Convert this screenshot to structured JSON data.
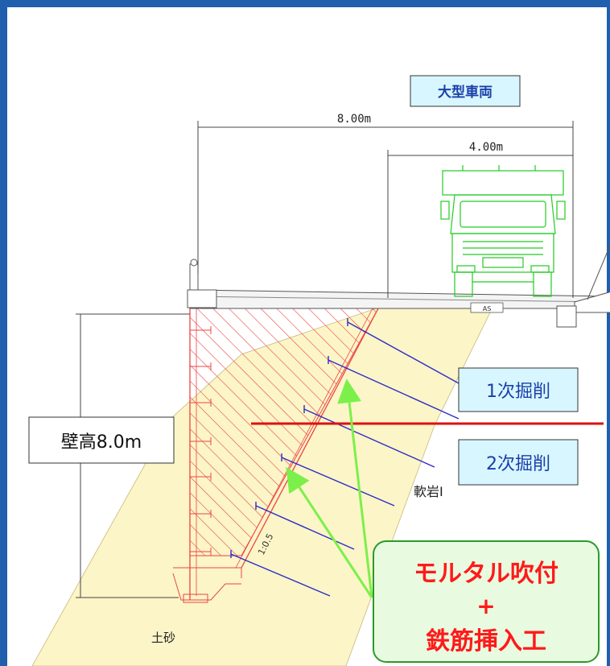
{
  "labels": {
    "truck": "大型車両",
    "width_total": "8.00m",
    "width_lane": "4.00m",
    "wall_height": "壁高8.0m",
    "excavation_1": "1次掘削",
    "excavation_2": "2次掘削",
    "soft_rock": "軟岩Ⅰ",
    "soil": "土砂",
    "slope_ratio": "1:0.5",
    "asphalt": "AS",
    "method_line1": "モルタル吹付",
    "method_plus": "+",
    "method_line2": "鉄筋挿入工"
  },
  "colors": {
    "frame": "#1f5fae",
    "canvas": "#ffffff",
    "soil_fill": "#fbf5c7",
    "truck": "#22cc22",
    "anchor": "#2c2cc8",
    "wall_hatch": "#ee4444",
    "cut_line": "#dd1111",
    "callout_border": "#2a9a2a",
    "callout_fill": "#e8fbe0",
    "callout_text": "#ff1a1a",
    "arrow": "#7cf04a",
    "label_box": "#d8f6ff"
  }
}
